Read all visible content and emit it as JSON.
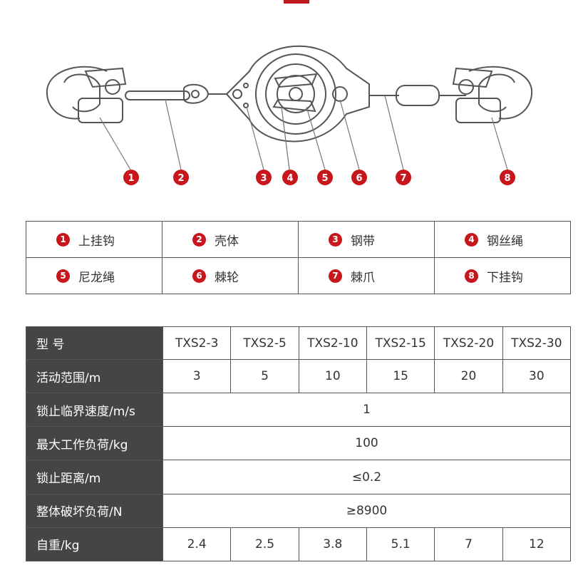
{
  "callouts": [
    "1",
    "2",
    "3",
    "4",
    "5",
    "6",
    "7",
    "8"
  ],
  "legend": {
    "rows": [
      [
        {
          "num": "1",
          "label": "上挂钩"
        },
        {
          "num": "2",
          "label": "壳体"
        },
        {
          "num": "3",
          "label": "钢带"
        },
        {
          "num": "4",
          "label": "钢丝绳"
        }
      ],
      [
        {
          "num": "5",
          "label": "尼龙绳"
        },
        {
          "num": "6",
          "label": "棘轮"
        },
        {
          "num": "7",
          "label": "棘爪"
        },
        {
          "num": "8",
          "label": "下挂钩"
        }
      ]
    ]
  },
  "spec": {
    "header_label": "型    号",
    "models": [
      "TXS2-3",
      "TXS2-5",
      "TXS2-10",
      "TXS2-15",
      "TXS2-20",
      "TXS2-30"
    ],
    "rows": [
      {
        "label": "活动范围/m",
        "values": [
          "3",
          "5",
          "10",
          "15",
          "20",
          "30"
        ]
      },
      {
        "label": "锁止临界速度/m/s",
        "value": "1"
      },
      {
        "label": "最大工作负荷/kg",
        "value": "100"
      },
      {
        "label": "锁止距离/m",
        "value": "≤0.2"
      },
      {
        "label": "整体破坏负荷/N",
        "value": "≥8900"
      },
      {
        "label": "自重/kg",
        "values": [
          "2.4",
          "2.5",
          "3.8",
          "5.1",
          "7",
          "12"
        ]
      }
    ]
  },
  "colors": {
    "accent": "#c8161d",
    "header_bg": "#454545"
  }
}
